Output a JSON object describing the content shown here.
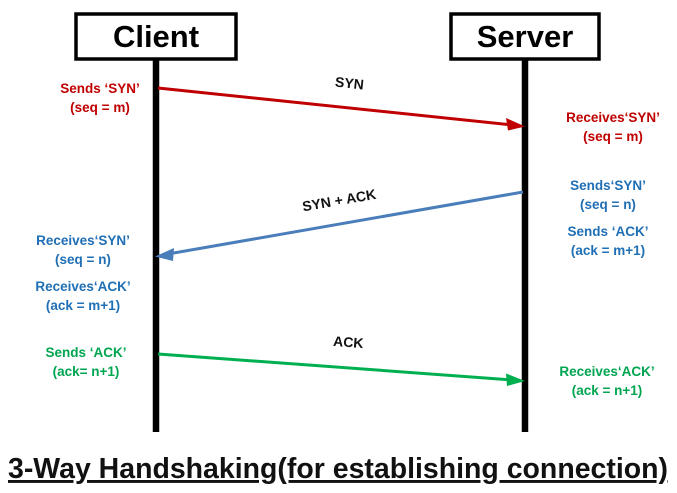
{
  "diagram": {
    "type": "sequence-diagram",
    "title": "3-Way Handshaking(for establishing connection)",
    "colors": {
      "syn": "#C00000",
      "syn_ack": "#4A7EBB",
      "ack": "#00B050",
      "lifeline": "#000000",
      "label": "#111111"
    },
    "participants": [
      {
        "id": "client",
        "label": "Client"
      },
      {
        "id": "server",
        "label": "Server"
      }
    ],
    "messages": [
      {
        "id": "syn",
        "label": "SYN",
        "direction": "client-to-server",
        "color": "#C00000",
        "source_note": {
          "line1": "Sends ‘SYN’",
          "line2": "(seq = m)"
        },
        "target_note": {
          "line1": "Receives‘SYN’",
          "line2": "(seq = m)"
        }
      },
      {
        "id": "syn-ack",
        "label": "SYN + ACK",
        "direction": "server-to-client",
        "color": "#4A7EBB",
        "source_note": {
          "line1": "Sends‘SYN’",
          "line2": "(seq = n)",
          "line3": "Sends ‘ACK’",
          "line4": "(ack = m+1)"
        },
        "target_note": {
          "line1": "Receives‘SYN’",
          "line2": "(seq = n)",
          "line3": "Receives‘ACK’",
          "line4": "(ack = m+1)"
        }
      },
      {
        "id": "ack",
        "label": "ACK",
        "direction": "client-to-server",
        "color": "#00B050",
        "source_note": {
          "line1": "Sends ‘ACK’",
          "line2": "(ack= n+1)"
        },
        "target_note": {
          "line1": "Receives‘ACK’",
          "line2": "(ack = n+1)"
        }
      }
    ]
  }
}
